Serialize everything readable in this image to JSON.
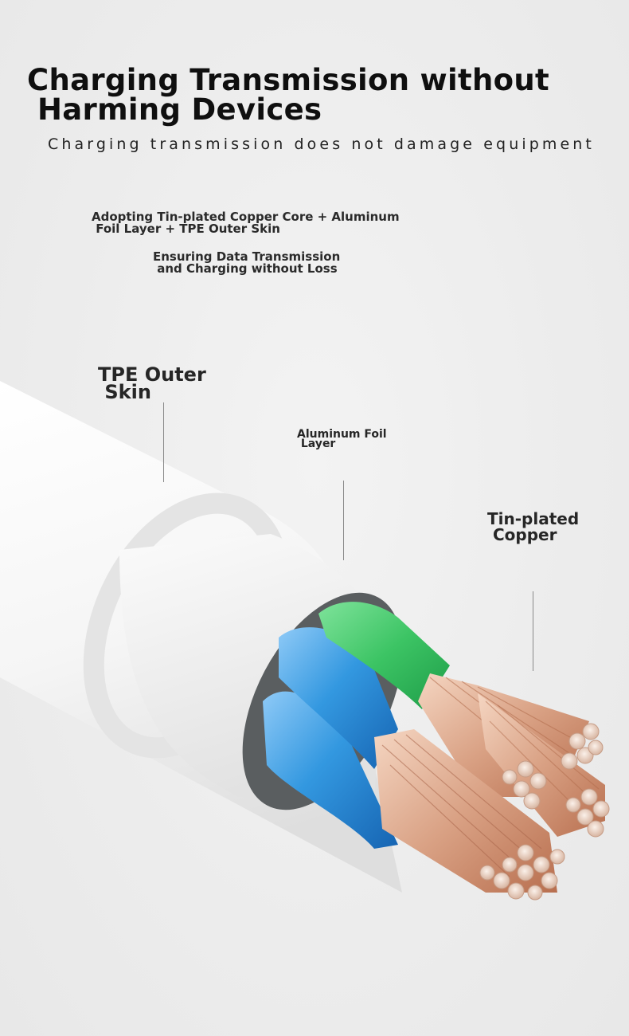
{
  "header": {
    "title_line1": "Charging Transmission without",
    "title_line2": "Harming Devices",
    "subtitle": "Charging transmission does not damage equipment"
  },
  "description": {
    "line1": "Adopting Tin-plated Copper Core + Aluminum\n Foil Layer + TPE Outer Skin",
    "line2": "Ensuring Data Transmission\n and Charging without Loss"
  },
  "labels": {
    "tpe": "TPE Outer\n Skin",
    "foil": "Aluminum Foil\n Layer",
    "copper": "Tin-plated\n Copper"
  },
  "colors": {
    "background": "#ededed",
    "outer_skin": "#f7f7f7",
    "inner_wire_green": "#3fc768",
    "inner_wire_blue": "#2f8fd8",
    "copper": "#d9a184"
  }
}
